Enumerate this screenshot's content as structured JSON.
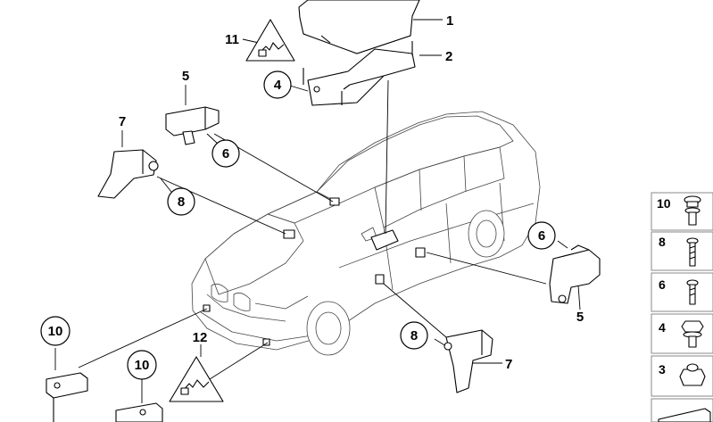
{
  "callouts": {
    "c1": "1",
    "c2": "2",
    "c4": "4",
    "c5a": "5",
    "c5b": "5",
    "c6a": "6",
    "c6b": "6",
    "c7a": "7",
    "c7b": "7",
    "c8a": "8",
    "c8b": "8",
    "c10a": "10",
    "c10b": "10",
    "c11": "11",
    "c12": "12"
  },
  "side_panel": {
    "items": [
      {
        "label": "10",
        "icon": "bolt-with-washer-icon"
      },
      {
        "label": "8",
        "icon": "screw-icon"
      },
      {
        "label": "6",
        "icon": "screw-icon"
      },
      {
        "label": "4",
        "icon": "hex-bolt-icon"
      },
      {
        "label": "3",
        "icon": "hex-nut-icon"
      }
    ]
  }
}
